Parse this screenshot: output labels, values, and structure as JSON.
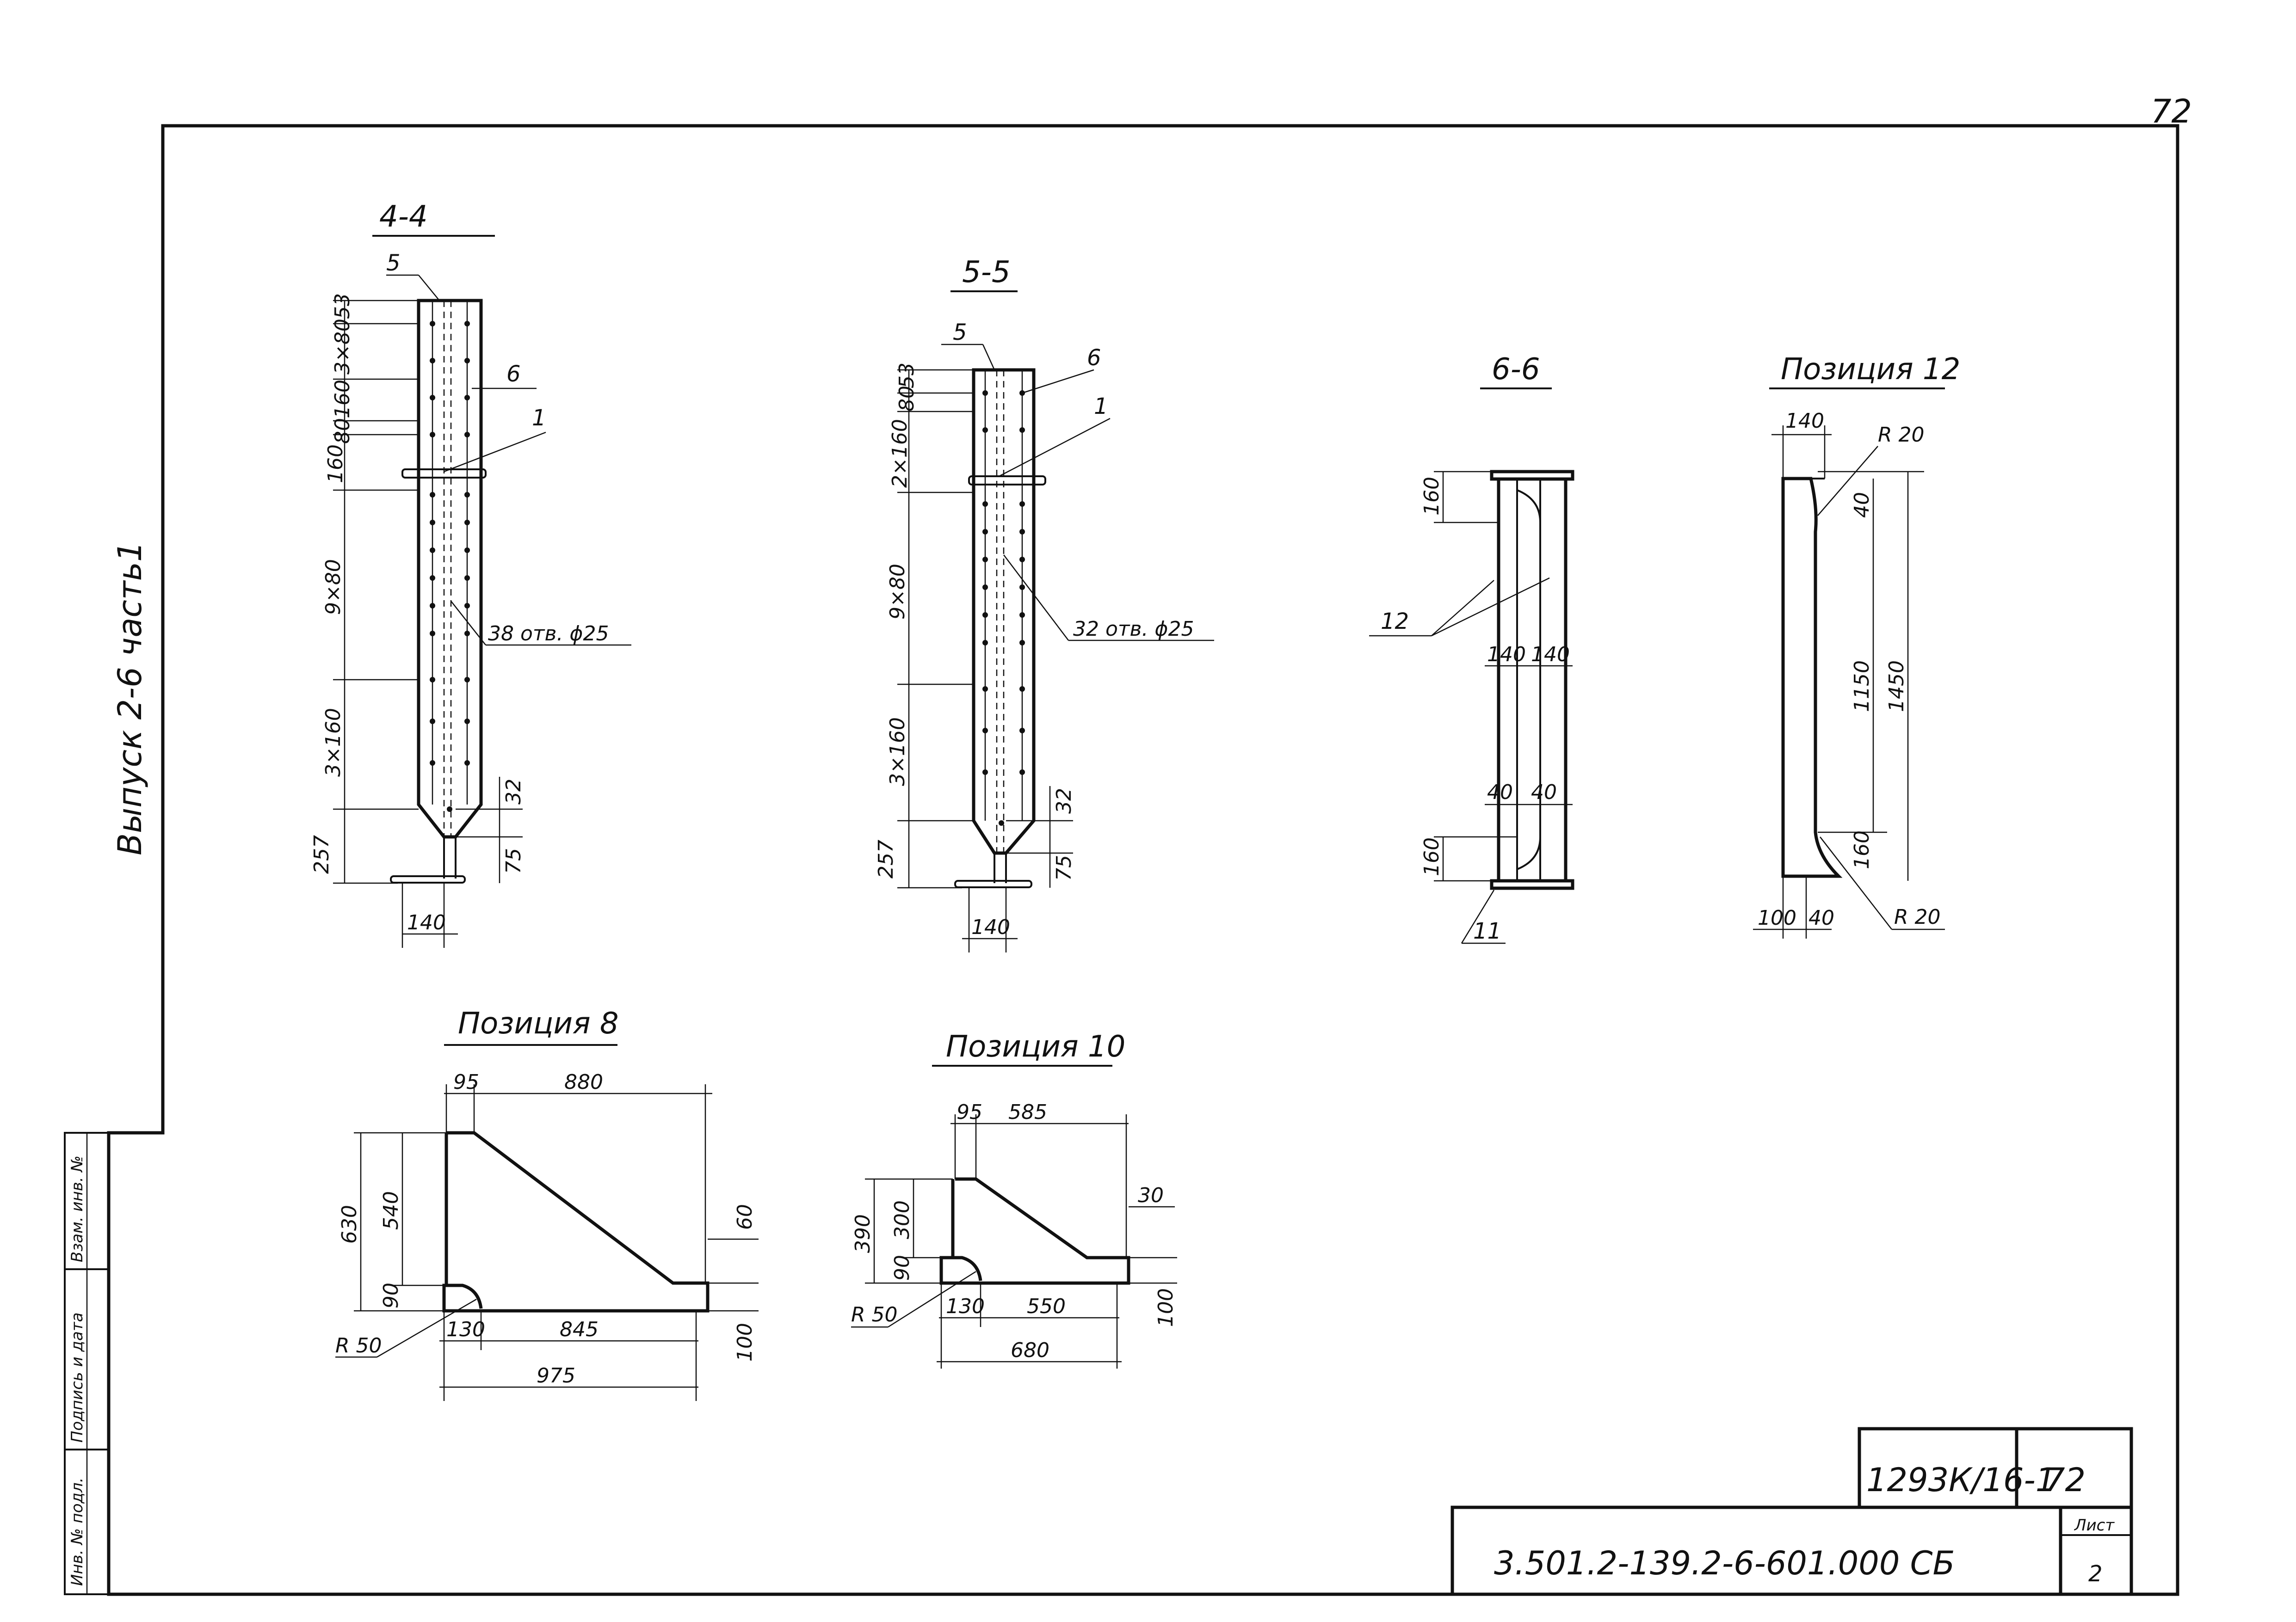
{
  "page_number": "72",
  "side_title": "Выпуск 2-6 часть1",
  "stamp": {
    "field_inv_podl": "Инв. № подл.",
    "field_podpis": "Подпись и дата",
    "field_vzam": "Взам. инв. №"
  },
  "title_block": {
    "album_code": "1293К/16-1",
    "album_sheet": "72",
    "doc_code": "3.501.2-139.2-6-601.000 СБ",
    "sheet_label": "Лист",
    "sheet_number": "2"
  },
  "section_44": {
    "title": "4-4",
    "labels": [
      "5",
      "6",
      "1"
    ],
    "holes": "38 отв. ϕ25",
    "dims_left": [
      "53",
      "3×80",
      "160",
      "80",
      "160",
      "9×80",
      "3×160",
      "257"
    ],
    "dims_right": [
      "32",
      "75"
    ],
    "dim_bottom": "140"
  },
  "section_55": {
    "title": "5-5",
    "labels": [
      "5",
      "6",
      "1"
    ],
    "holes": "32 отв. ϕ25",
    "dims_left": [
      "53",
      "80",
      "2×160",
      "9×80",
      "3×160",
      "257"
    ],
    "dims_right": [
      "32",
      "75"
    ],
    "dim_bottom": "140"
  },
  "section_66": {
    "title": "6-6",
    "labels": [
      "12",
      "11"
    ],
    "dims": [
      "160",
      "140",
      "140",
      "40",
      "40",
      "160"
    ]
  },
  "pos12": {
    "title": "Позиция 12",
    "dims": [
      "140",
      "R 20",
      "40",
      "1150",
      "1450",
      "160",
      "100",
      "40",
      "R 20"
    ]
  },
  "pos8": {
    "title": "Позиция 8",
    "dims": [
      "95",
      "880",
      "630",
      "540",
      "60",
      "90",
      "R 50",
      "130",
      "845",
      "100",
      "975"
    ]
  },
  "pos10": {
    "title": "Позиция 10",
    "dims": [
      "95",
      "585",
      "30",
      "390",
      "300",
      "90",
      "R 50",
      "130",
      "550",
      "100",
      "680"
    ]
  }
}
